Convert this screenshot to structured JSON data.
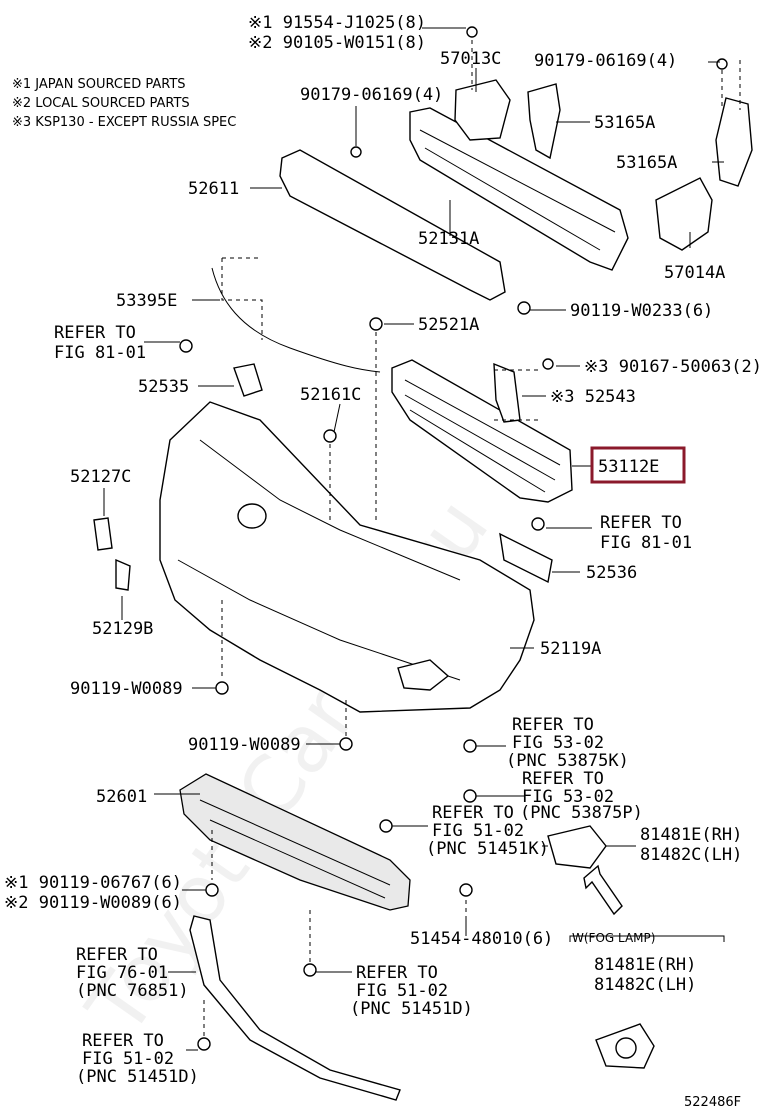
{
  "notes": {
    "line1": "※1 JAPAN SOURCED PARTS",
    "line2": "※2 LOCAL SOURCED PARTS",
    "line3": "※3 KSP130 - EXCEPT RUSSIA SPEC"
  },
  "labels": {
    "p91554": "※1 91554-J1025(8)",
    "p90105": "※2 90105-W0151(8)",
    "p57013c": "57013C",
    "p90179a": "90179-06169(4)",
    "p90179b": "90179-06169(4)",
    "p53165a": "53165A",
    "p53165a2": "53165A",
    "p52611": "52611",
    "p52131a": "52131A",
    "p57014a": "57014A",
    "p53395e": "53395E",
    "p90119w0233": "90119-W0233(6)",
    "p52521a": "52521A",
    "refer1": "REFER TO",
    "refer1b": "FIG 81-01",
    "p52535": "52535",
    "p52161c": "52161C",
    "p90167": "※3 90167-50063(2)",
    "p52543": "※3 52543",
    "p53112e": "53112E",
    "p52127c": "52127C",
    "refer2": "REFER TO",
    "refer2b": "FIG 81-01",
    "p52536": "52536",
    "p52129b": "52129B",
    "p52119a": "52119A",
    "p90119w0089a": "90119-W0089",
    "p90119w0089b": "90119-W0089",
    "refer3a": "REFER TO",
    "refer3b": "FIG 53-02",
    "refer3c": "(PNC 53875K)",
    "refer4a": "REFER TO",
    "refer4b": "FIG 53-02",
    "refer4c": "(PNC 53875P)",
    "p52601": "52601",
    "refer5a": "REFER TO",
    "refer5b": "FIG 51-02",
    "refer5c": "(PNC 51451K)",
    "p81481e": "81481E(RH)",
    "p81482c": "81482C(LH)",
    "p90119_06767": "※1 90119-06767(6)",
    "p90119w0089c": "※2 90119-W0089(6)",
    "p51454": "51454-48010(6)",
    "wfog": "W(FOG LAMP)",
    "p81481e2": "81481E(RH)",
    "p81482c2": "81482C(LH)",
    "refer6a": "REFER TO",
    "refer6b": "FIG 76-01",
    "refer6c": "(PNC 76851)",
    "refer7a": "REFER TO",
    "refer7b": "FIG 51-02",
    "refer7c": "(PNC 51451D)",
    "refer8a": "REFER TO",
    "refer8b": "FIG 51-02",
    "refer8c": "(PNC 51451D)",
    "figure_no": "522486F"
  },
  "highlight_color": "#8b1a2b",
  "watermark": "ToyotaCarlife.ru"
}
